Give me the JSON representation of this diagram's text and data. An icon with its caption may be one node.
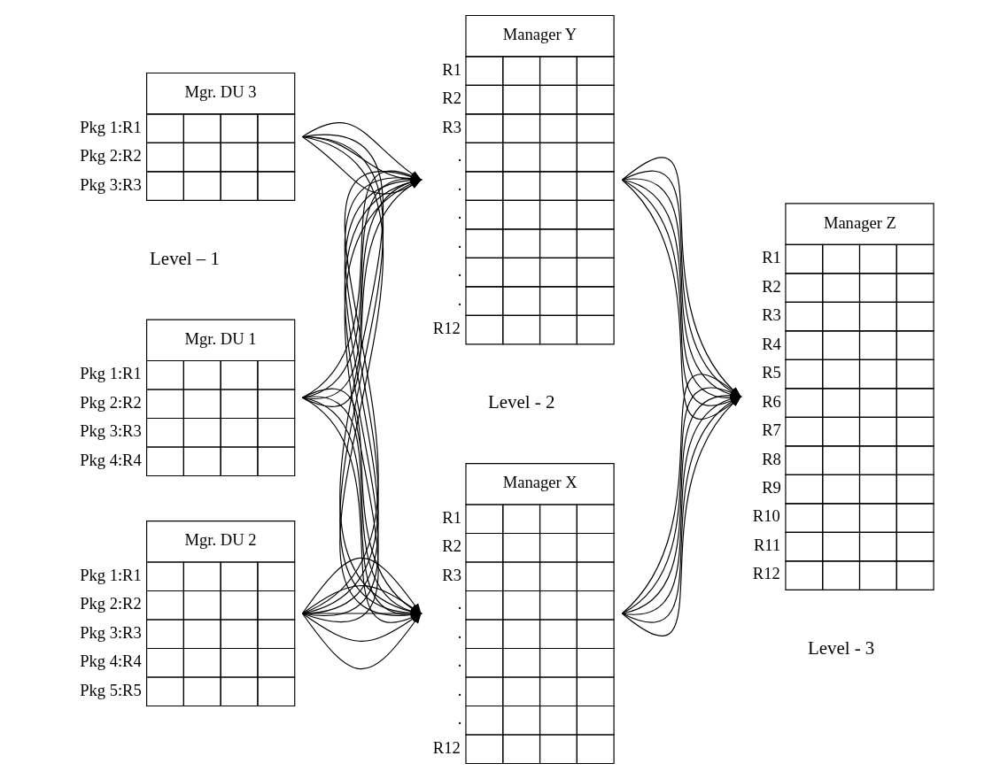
{
  "diagram": {
    "nodes": [
      {
        "text": [
          "Mgr. DU 1"
        ],
        "beside": [
          "Pkg 1:R1",
          "Pkg 2:R2",
          "Pkg 3:R3",
          "Pkg 4:R4"
        ]
      },
      {
        "text": [
          "Mgr. DU 2"
        ],
        "beside": [
          "Pkg 1:R1",
          "Pkg 2:R2",
          "Pkg 3:R3",
          "Pkg 4:R4",
          "Pkg 5:R5"
        ]
      },
      {
        "text": [
          "Mgr. DU 3"
        ],
        "beside": [
          "Pkg 1:R1",
          "Pkg 2:R2",
          "Pkg 3:R3"
        ]
      },
      {
        "text": [
          "Manager X"
        ],
        "beside": [
          "R1",
          "R2",
          "R3",
          ".",
          ".",
          ".",
          ".",
          ".",
          "R12"
        ]
      },
      {
        "text": [
          "Manager Y"
        ],
        "beside": [
          "R1",
          "R2",
          "R3",
          ".",
          ".",
          ".",
          ".",
          ".",
          ".",
          "R12"
        ]
      },
      {
        "text": [
          "Manager Z"
        ],
        "beside": [
          "R1",
          "R2",
          "R3",
          "R4",
          "R5",
          "R6",
          "R7",
          "R8",
          "R9",
          "R10",
          "R11",
          "R12"
        ]
      }
    ],
    "edges": [
      {
        "from": 0,
        "to": 3,
        "arrow": "to"
      },
      {
        "from": 0,
        "to": 3,
        "arrow": "to"
      },
      {
        "from": 0,
        "to": 3,
        "arrow": "to"
      },
      {
        "from": 0,
        "to": 3,
        "arrow": "to"
      },
      {
        "from": 0,
        "to": 4,
        "arrow": "to"
      },
      {
        "from": 0,
        "to": 4,
        "arrow": "to"
      },
      {
        "from": 0,
        "to": 4,
        "arrow": "to"
      },
      {
        "from": 0,
        "to": 4,
        "arrow": "to"
      },
      {
        "from": 1,
        "to": 3,
        "arrow": "to"
      },
      {
        "from": 1,
        "to": 3,
        "arrow": "to"
      },
      {
        "from": 1,
        "to": 3,
        "arrow": "to"
      },
      {
        "from": 1,
        "to": 3,
        "arrow": "to"
      },
      {
        "from": 1,
        "to": 3,
        "arrow": "to"
      },
      {
        "from": 1,
        "to": 4,
        "arrow": "to"
      },
      {
        "from": 1,
        "to": 4,
        "arrow": "to"
      },
      {
        "from": 1,
        "to": 4,
        "arrow": "to"
      },
      {
        "from": 1,
        "to": 4,
        "arrow": "to"
      },
      {
        "from": 1,
        "to": 4,
        "arrow": "to"
      },
      {
        "from": 2,
        "to": 3,
        "arrow": "to"
      },
      {
        "from": 2,
        "to": 3,
        "arrow": "to"
      },
      {
        "from": 2,
        "to": 3,
        "arrow": "to"
      },
      {
        "from": 2,
        "to": 4,
        "arrow": "to"
      },
      {
        "from": 2,
        "to": 4,
        "arrow": "to"
      },
      {
        "from": 2,
        "to": 4,
        "arrow": "to"
      },
      {
        "from": 3,
        "to": 5,
        "arrow": "to"
      },
      {
        "from": 3,
        "to": 5,
        "arrow": "to"
      },
      {
        "from": 3,
        "to": 5,
        "arrow": "to"
      },
      {
        "from": 3,
        "to": 5,
        "arrow": "to"
      },
      {
        "from": 3,
        "to": 5,
        "arrow": "to"
      },
      {
        "from": 3,
        "to": 5,
        "arrow": "to"
      },
      {
        "from": 4,
        "to": 5,
        "arrow": "to"
      },
      {
        "from": 4,
        "to": 5,
        "arrow": "to"
      },
      {
        "from": 4,
        "to": 5,
        "arrow": "to"
      },
      {
        "from": 4,
        "to": 5,
        "arrow": "to"
      },
      {
        "from": 4,
        "to": 5,
        "arrow": "to"
      },
      {
        "from": 4,
        "to": 5,
        "arrow": "to"
      }
    ],
    "labels": [
      "Level – 1",
      "Level - 2",
      "Level - 3"
    ]
  }
}
